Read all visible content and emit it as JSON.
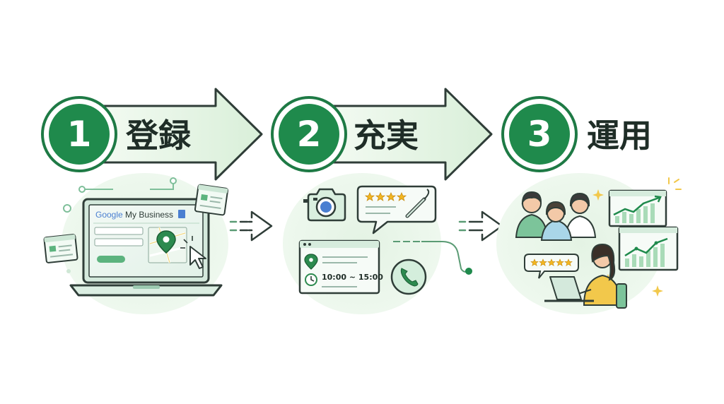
{
  "steps": [
    {
      "number": "1",
      "label": "登録"
    },
    {
      "number": "2",
      "label": "充実"
    },
    {
      "number": "3",
      "label": "運用"
    }
  ],
  "panel1": {
    "gmb_google": "Google",
    "gmb_rest": " My Business"
  },
  "panel2": {
    "hours": "10:00 ~ 15:00"
  },
  "colors": {
    "primary_green": "#1f8a4c",
    "dark_green": "#17603a",
    "arrow_fill": "#e6f4e6",
    "soft_bg": "#e9f5ea",
    "outline": "#2f3d38",
    "star": "#f2b620"
  }
}
